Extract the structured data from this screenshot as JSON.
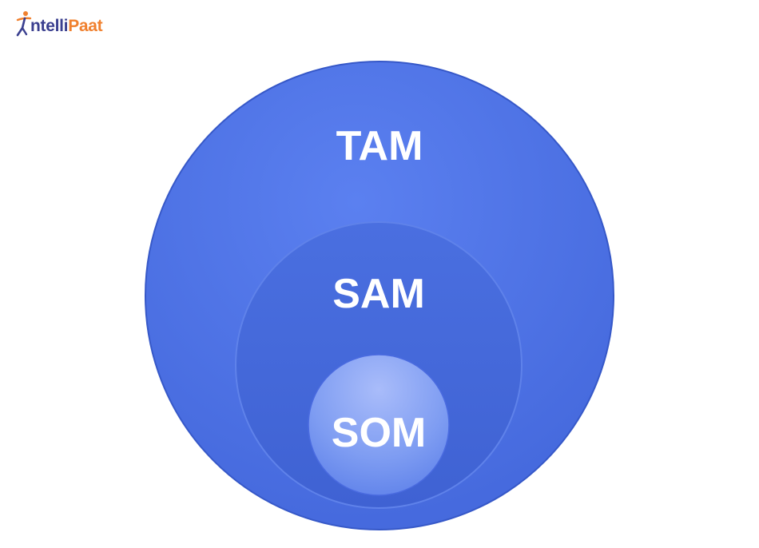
{
  "logo": {
    "text_part1": "ntelliPaat",
    "text_part2": "",
    "brand_colors": {
      "primary": "#3a3f8f",
      "accent": "#f0802e"
    }
  },
  "diagram": {
    "levels": [
      {
        "label": "TAM",
        "color": "#4f74e6"
      },
      {
        "label": "SAM",
        "color": "#456ad8"
      },
      {
        "label": "SOM",
        "color": "#7d9cf3"
      }
    ]
  }
}
